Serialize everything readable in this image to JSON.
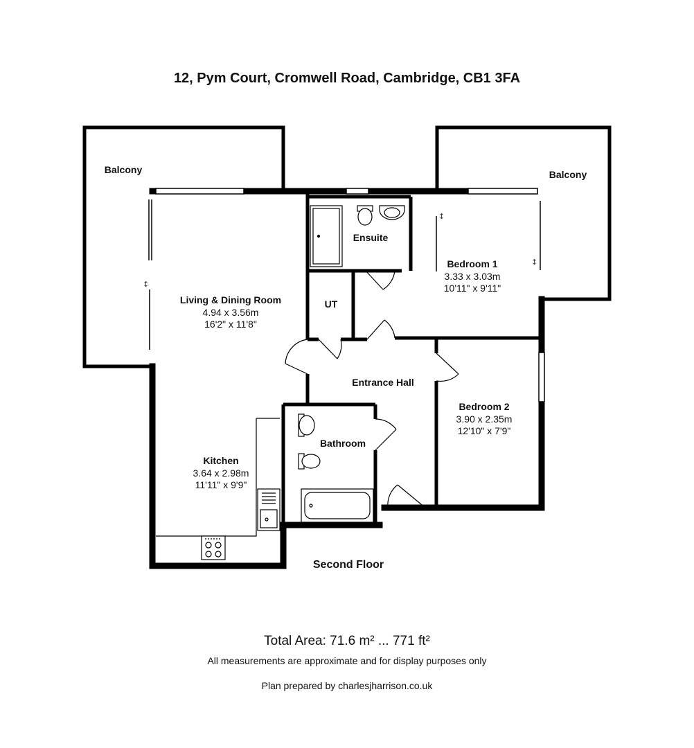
{
  "title": "12, Pym Court, Cromwell Road, Cambridge, CB1 3FA",
  "rooms": {
    "balcony_left": {
      "name": "Balcony"
    },
    "balcony_right": {
      "name": "Balcony"
    },
    "ensuite": {
      "name": "Ensuite"
    },
    "ut": {
      "name": "UT"
    },
    "living": {
      "name": "Living & Dining Room",
      "metric": "4.94 x 3.56m",
      "imperial": "16'2\" x 11'8\""
    },
    "bedroom1": {
      "name": "Bedroom 1",
      "metric": "3.33 x 3.03m",
      "imperial": "10'11\" x 9'11\""
    },
    "entrance": {
      "name": "Entrance Hall"
    },
    "bedroom2": {
      "name": "Bedroom 2",
      "metric": "3.90 x 2.35m",
      "imperial": "12'10\" x 7'9\""
    },
    "kitchen": {
      "name": "Kitchen",
      "metric": "3.64 x 2.98m",
      "imperial": "11'11\" x 9'9\""
    },
    "bathroom": {
      "name": "Bathroom"
    }
  },
  "floor_name": "Second Floor",
  "total_area": "Total Area: 71.6 m² ... 771 ft²",
  "disclaimer": "All measurements are approximate and for display purposes only",
  "prepared_by": "Plan prepared by charlesjharrison.co.uk"
}
